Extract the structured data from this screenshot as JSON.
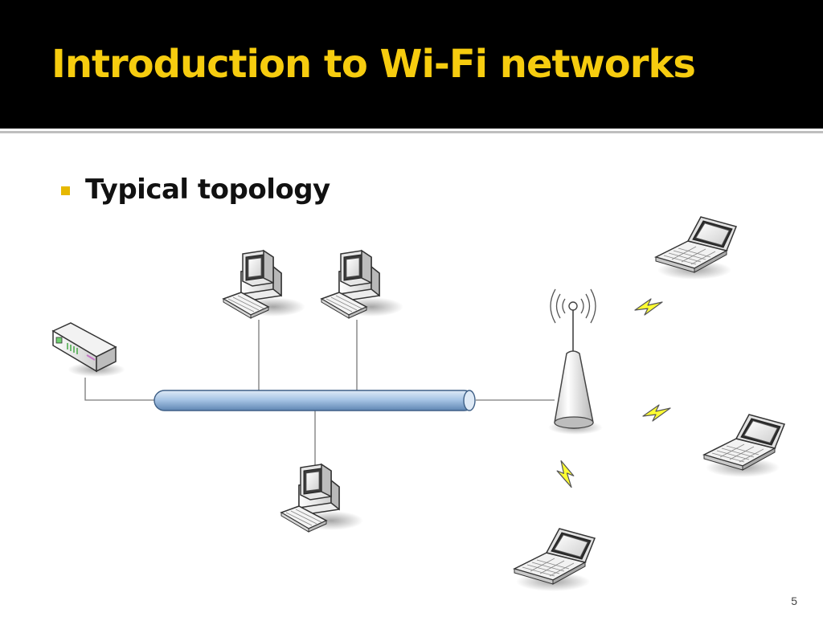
{
  "slide": {
    "title": "Introduction to Wi-Fi networks",
    "bullet": "Typical topology",
    "page_number": "5"
  },
  "colors": {
    "title_background": "#000000",
    "title_text": "#f6cc0f",
    "bullet_marker": "#e6b800",
    "backbone": "#a9c6e6",
    "wireless_bolt": "#ffff33"
  },
  "diagram": {
    "nodes": [
      {
        "id": "modem",
        "icon": "modem-icon"
      },
      {
        "id": "desktop-1",
        "icon": "desktop-computer-icon"
      },
      {
        "id": "desktop-2",
        "icon": "desktop-computer-icon"
      },
      {
        "id": "desktop-3",
        "icon": "desktop-computer-icon"
      },
      {
        "id": "access-point",
        "icon": "wireless-access-point-icon"
      },
      {
        "id": "laptop-1",
        "icon": "laptop-icon"
      },
      {
        "id": "laptop-2",
        "icon": "laptop-icon"
      },
      {
        "id": "laptop-3",
        "icon": "laptop-icon"
      }
    ],
    "wired_links": [
      [
        "modem",
        "backbone"
      ],
      [
        "desktop-1",
        "backbone"
      ],
      [
        "desktop-2",
        "backbone"
      ],
      [
        "desktop-3",
        "backbone"
      ],
      [
        "access-point",
        "backbone"
      ]
    ],
    "wireless_links": [
      [
        "access-point",
        "laptop-1"
      ],
      [
        "access-point",
        "laptop-2"
      ],
      [
        "access-point",
        "laptop-3"
      ]
    ]
  }
}
